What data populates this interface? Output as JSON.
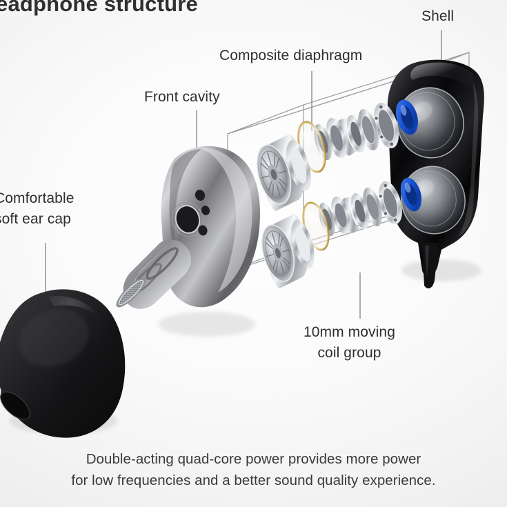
{
  "page": {
    "title": "eadphone structure",
    "background_color": "#f2f2f2",
    "accent_color": "#1a56d6",
    "text_color": "#2e2e2e"
  },
  "labels": {
    "shell": "Shell",
    "composite_diaphragm": "Composite diaphragm",
    "front_cavity": "Front cavity",
    "ear_cap_line1": "Comfortable",
    "ear_cap_line2": "soft ear cap",
    "coil_line1": "10mm moving",
    "coil_line2": "coil group"
  },
  "footnote": {
    "line1": "Double-acting quad-core power provides more power",
    "line2": "for low frequencies and a better sound quality experience."
  },
  "diagram": {
    "type": "exploded-product-diagram",
    "subject": "in-ear headphone",
    "parts": [
      {
        "name": "soft-ear-cap",
        "material": "black silicone",
        "color": "#1c1c1e"
      },
      {
        "name": "front-cavity",
        "material": "brushed metal",
        "color": "#8a8a8e"
      },
      {
        "name": "driver-unit",
        "material": "chrome",
        "color": "#d4d6d8"
      },
      {
        "name": "composite-diaphragm",
        "material": "gold composite ring",
        "color": "#c9a227"
      },
      {
        "name": "magnet-assembly",
        "material": "polished steel",
        "color": "#c8cacd"
      },
      {
        "name": "blue-spacer-ring",
        "material": "plastic",
        "color": "#1a56d6"
      },
      {
        "name": "shell",
        "material": "gloss black",
        "color": "#0c0c0d"
      }
    ],
    "driver_count": 2,
    "wireframe_box": true
  }
}
